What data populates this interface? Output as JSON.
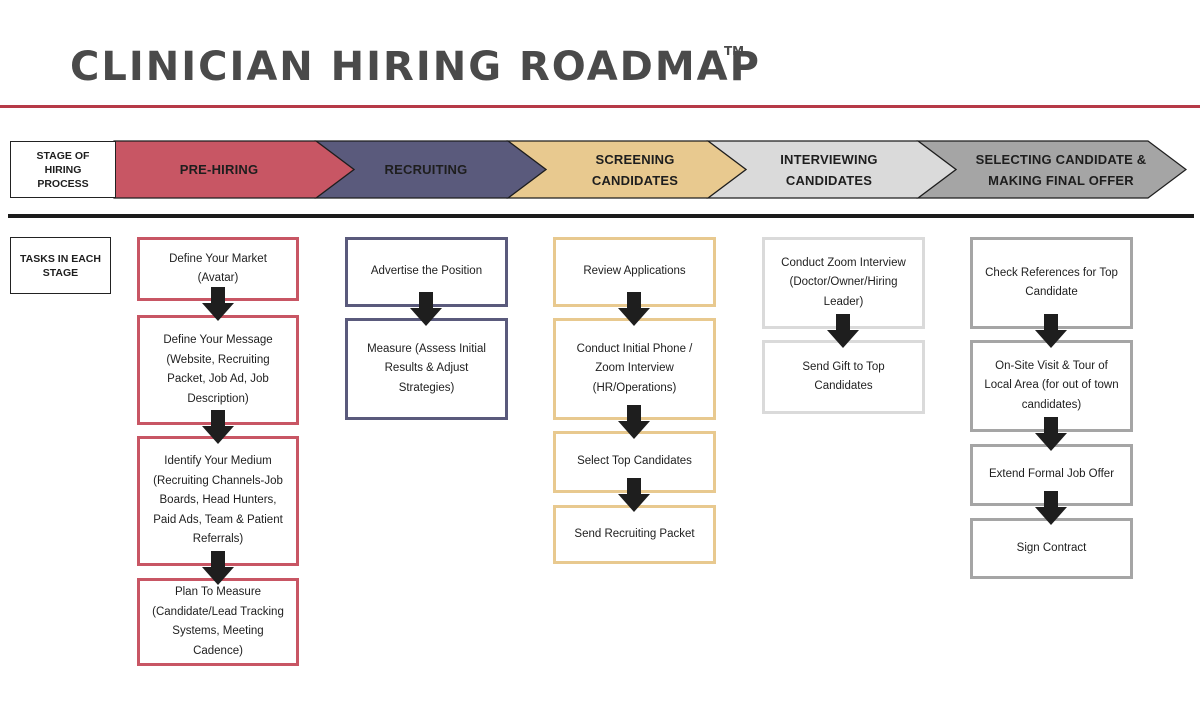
{
  "title": "CLINICIAN HIRING ROADMAP",
  "trademark": "TM",
  "stage_row_label": "STAGE OF HIRING PROCESS",
  "tasks_row_label": "TASKS IN EACH STAGE",
  "colors": {
    "rule_red": "#b63a47",
    "pre_hiring": "#c85664",
    "recruiting": "#5a5a7c",
    "screening": "#e8c98f",
    "interviewing": "#dadada",
    "selecting": "#a5a5a5"
  },
  "stages": [
    {
      "label": "PRE-HIRING",
      "tasks": [
        "Define Your Market (Avatar)",
        "Define Your Message (Website, Recruiting Packet, Job Ad, Job Description)",
        "Identify Your Medium (Recruiting Channels-Job Boards, Head Hunters, Paid Ads, Team & Patient Referrals)",
        "Plan To Measure (Candidate/Lead Tracking Systems, Meeting Cadence)"
      ]
    },
    {
      "label": "RECRUITING",
      "tasks": [
        "Advertise the Position",
        "Measure (Assess Initial Results & Adjust Strategies)"
      ]
    },
    {
      "label": "SCREENING CANDIDATES",
      "tasks": [
        "Review Applications",
        "Conduct Initial Phone / Zoom Interview (HR/Operations)",
        "Select Top Candidates",
        "Send Recruiting Packet"
      ]
    },
    {
      "label": "INTERVIEWING CANDIDATES",
      "tasks": [
        "Conduct Zoom Interview (Doctor/Owner/Hiring Leader)",
        "Send Gift to Top Candidates"
      ]
    },
    {
      "label": "SELECTING CANDIDATE & MAKING FINAL OFFER",
      "tasks": [
        "Check References for Top Candidate",
        "On-Site Visit & Tour of Local Area (for out of town candidates)",
        "Extend Formal Job Offer",
        "Sign Contract"
      ]
    }
  ]
}
